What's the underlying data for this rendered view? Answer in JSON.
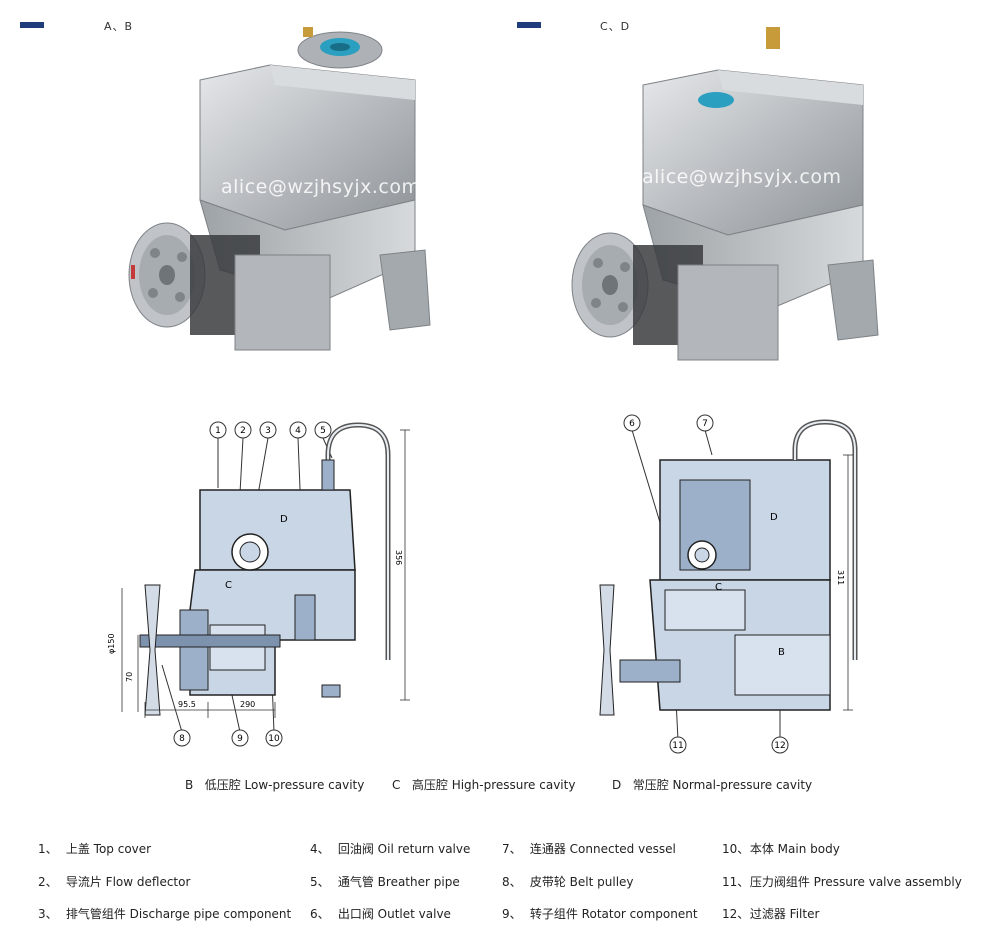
{
  "views": {
    "left_title": "A、B",
    "right_title": "C、D"
  },
  "watermark": "alice@wzjhsyjx.com",
  "left_drawing": {
    "callouts": [
      "1",
      "2",
      "3",
      "4",
      "5",
      "8",
      "9",
      "10"
    ],
    "cavity_labels": [
      "C",
      "D"
    ],
    "dims": [
      "φ150",
      "70",
      "95.5",
      "290",
      "356"
    ]
  },
  "right_drawing": {
    "callouts": [
      "6",
      "7",
      "11",
      "12"
    ],
    "cavity_labels": [
      "D",
      "C",
      "B"
    ],
    "dims": [
      "311"
    ]
  },
  "cavities": [
    {
      "letter": "B",
      "cn": "低压腔",
      "en": "Low-pressure cavity"
    },
    {
      "letter": "C",
      "cn": "高压腔",
      "en": "High-pressure cavity"
    },
    {
      "letter": "D",
      "cn": "常压腔",
      "en": "Normal-pressure cavity"
    }
  ],
  "parts": [
    {
      "num": "1、",
      "cn": "上盖",
      "en": "Top cover"
    },
    {
      "num": "2、",
      "cn": "导流片",
      "en": "Flow deflector"
    },
    {
      "num": "3、",
      "cn": "排气管组件",
      "en": "Discharge pipe component"
    },
    {
      "num": "4、",
      "cn": "回油阀",
      "en": "Oil return valve"
    },
    {
      "num": "5、",
      "cn": "通气管",
      "en": "Breather pipe"
    },
    {
      "num": "6、",
      "cn": "出口阀",
      "en": "Outlet valve"
    },
    {
      "num": "7、",
      "cn": "连通器",
      "en": "Connected vessel"
    },
    {
      "num": "8、",
      "cn": "皮带轮",
      "en": "Belt pulley"
    },
    {
      "num": "9、",
      "cn": "转子组件",
      "en": "Rotator component"
    },
    {
      "num": "10、",
      "cn": "本体",
      "en": "Main body"
    },
    {
      "num": "11、",
      "cn": "压力阀组件",
      "en": "Pressure valve assembly"
    },
    {
      "num": "12、",
      "cn": "过滤器",
      "en": "Filter"
    }
  ]
}
